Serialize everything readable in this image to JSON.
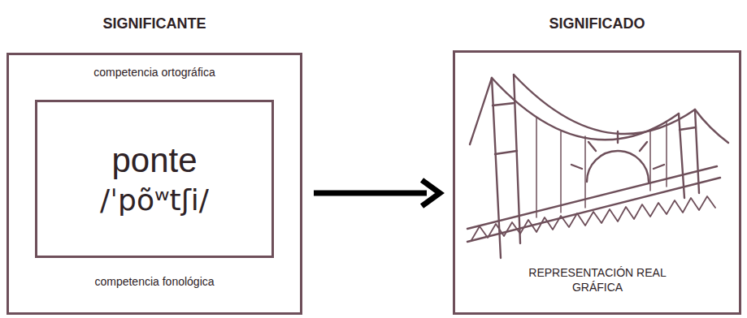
{
  "diagram": {
    "nodes": [
      {
        "text": [
          "SIGNIFICANTE",
          "competencia ortográfica",
          "competencia fonológica"
        ]
      },
      {
        "text": [
          "ponte",
          "/ˈpõʷtʃi/"
        ],
        "in": 0
      },
      {
        "text": [
          "SIGNIFICADO",
          "REPRESENTACIÓN REAL GRÁFICA"
        ]
      }
    ],
    "edges": [
      {
        "from": 0,
        "to": 2,
        "arrow": "to"
      }
    ]
  }
}
